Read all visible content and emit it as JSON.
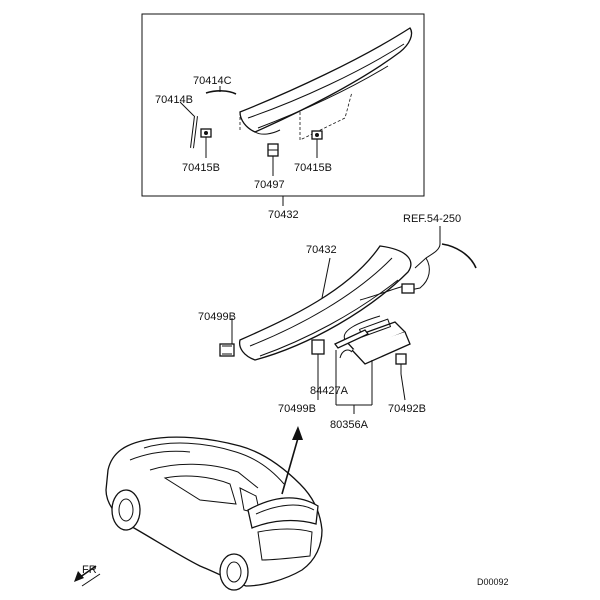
{
  "labels": {
    "p70414C": "70414C",
    "p70414B": "70414B",
    "p70415B_left": "70415B",
    "p70497": "70497",
    "p70415B_right": "70415B",
    "p70432_box": "70432",
    "ref": "REF.54-250",
    "p70432": "70432",
    "p70499B_left": "70499B",
    "p84427A": "84427A",
    "p70499B_bottom": "70499B",
    "p70492B": "70492B",
    "p80356A": "80356A",
    "fr": "FR",
    "code": "D00092"
  }
}
